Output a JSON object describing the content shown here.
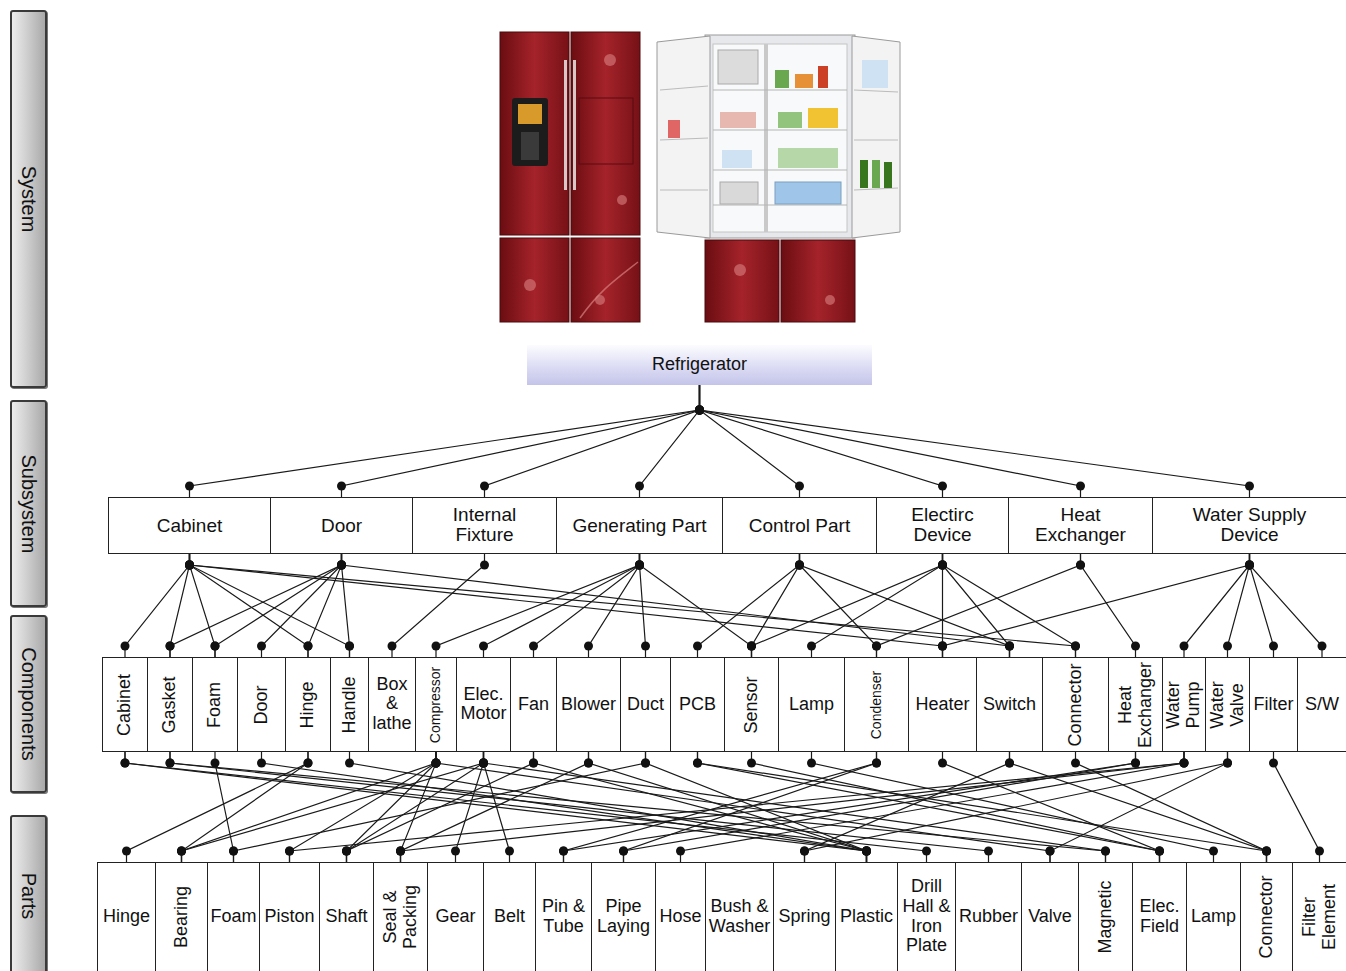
{
  "diagram": {
    "nodes": [
      {
        "text": [
          "System"
        ]
      },
      {
        "text": [
          "Subsystem"
        ]
      },
      {
        "text": [
          "Components"
        ]
      },
      {
        "text": [
          "Parts"
        ]
      },
      {
        "text": [
          "Refrigerator"
        ]
      },
      {
        "text": [
          "Cabinet"
        ]
      },
      {
        "text": [
          "Door"
        ]
      },
      {
        "text": [
          "Internal Fixture"
        ]
      },
      {
        "text": [
          "Generating Part"
        ]
      },
      {
        "text": [
          "Control Part"
        ]
      },
      {
        "text": [
          "Electirc Device"
        ]
      },
      {
        "text": [
          "Heat Exchanger"
        ]
      },
      {
        "text": [
          "Water Supply Device"
        ]
      },
      {
        "text": [
          "Cabinet"
        ]
      },
      {
        "text": [
          "Gasket"
        ]
      },
      {
        "text": [
          "Foam"
        ]
      },
      {
        "text": [
          "Door"
        ]
      },
      {
        "text": [
          "Hinge"
        ]
      },
      {
        "text": [
          "Handle"
        ]
      },
      {
        "text": [
          "Box & lathe"
        ]
      },
      {
        "text": [
          "Compressor"
        ]
      },
      {
        "text": [
          "Elec. Motor"
        ]
      },
      {
        "text": [
          "Fan"
        ]
      },
      {
        "text": [
          "Blower"
        ]
      },
      {
        "text": [
          "Duct"
        ]
      },
      {
        "text": [
          "PCB"
        ]
      },
      {
        "text": [
          "Sensor"
        ]
      },
      {
        "text": [
          "Lamp"
        ]
      },
      {
        "text": [
          "Condenser"
        ]
      },
      {
        "text": [
          "Heater"
        ]
      },
      {
        "text": [
          "Switch"
        ]
      },
      {
        "text": [
          "Connector"
        ]
      },
      {
        "text": [
          "Heat Exchanger"
        ]
      },
      {
        "text": [
          "Water Pump"
        ]
      },
      {
        "text": [
          "Water Valve"
        ]
      },
      {
        "text": [
          "Filter"
        ]
      },
      {
        "text": [
          "S/W"
        ]
      },
      {
        "text": [
          "Hinge"
        ]
      },
      {
        "text": [
          "Bearing"
        ]
      },
      {
        "text": [
          "Foam"
        ]
      },
      {
        "text": [
          "Piston"
        ]
      },
      {
        "text": [
          "Shaft"
        ]
      },
      {
        "text": [
          "Seal & Packing"
        ]
      },
      {
        "text": [
          "Gear"
        ]
      },
      {
        "text": [
          "Belt"
        ]
      },
      {
        "text": [
          "Pin & Tube"
        ]
      },
      {
        "text": [
          "Pipe Laying"
        ]
      },
      {
        "text": [
          "Hose"
        ]
      },
      {
        "text": [
          "Bush & Washer"
        ]
      },
      {
        "text": [
          "Spring"
        ]
      },
      {
        "text": [
          "Plastic"
        ]
      },
      {
        "text": [
          "Drill Hall & Iron Plate"
        ]
      },
      {
        "text": [
          "Rubber"
        ]
      },
      {
        "text": [
          "Valve"
        ]
      },
      {
        "text": [
          "Magnetic"
        ]
      },
      {
        "text": [
          "Elec. Field"
        ]
      },
      {
        "text": [
          "Lamp"
        ]
      },
      {
        "text": [
          "Connector"
        ]
      },
      {
        "text": [
          "Filter Element"
        ]
      }
    ],
    "edges": [
      {
        "from": 4,
        "to": 5,
        "arrow": "none"
      },
      {
        "from": 4,
        "to": 6,
        "arrow": "none"
      },
      {
        "from": 4,
        "to": 7,
        "arrow": "none"
      },
      {
        "from": 4,
        "to": 8,
        "arrow": "none"
      },
      {
        "from": 4,
        "to": 9,
        "arrow": "none"
      },
      {
        "from": 4,
        "to": 10,
        "arrow": "none"
      },
      {
        "from": 4,
        "to": 11,
        "arrow": "none"
      },
      {
        "from": 4,
        "to": 12,
        "arrow": "none"
      },
      {
        "from": 5,
        "to": 13,
        "arrow": "none"
      },
      {
        "from": 5,
        "to": 14,
        "arrow": "none"
      },
      {
        "from": 5,
        "to": 15,
        "arrow": "none"
      },
      {
        "from": 5,
        "to": 17,
        "arrow": "none"
      },
      {
        "from": 5,
        "to": 18,
        "arrow": "none"
      },
      {
        "from": 5,
        "to": 29,
        "arrow": "none"
      },
      {
        "from": 5,
        "to": 31,
        "arrow": "none"
      },
      {
        "from": 6,
        "to": 14,
        "arrow": "none"
      },
      {
        "from": 6,
        "to": 15,
        "arrow": "none"
      },
      {
        "from": 6,
        "to": 16,
        "arrow": "none"
      },
      {
        "from": 6,
        "to": 17,
        "arrow": "none"
      },
      {
        "from": 6,
        "to": 18,
        "arrow": "none"
      },
      {
        "from": 6,
        "to": 30,
        "arrow": "none"
      },
      {
        "from": 7,
        "to": 19,
        "arrow": "none"
      },
      {
        "from": 8,
        "to": 20,
        "arrow": "none"
      },
      {
        "from": 8,
        "to": 21,
        "arrow": "none"
      },
      {
        "from": 8,
        "to": 22,
        "arrow": "none"
      },
      {
        "from": 8,
        "to": 23,
        "arrow": "none"
      },
      {
        "from": 8,
        "to": 24,
        "arrow": "none"
      },
      {
        "from": 8,
        "to": 26,
        "arrow": "none"
      },
      {
        "from": 9,
        "to": 25,
        "arrow": "none"
      },
      {
        "from": 9,
        "to": 26,
        "arrow": "none"
      },
      {
        "from": 9,
        "to": 28,
        "arrow": "none"
      },
      {
        "from": 9,
        "to": 30,
        "arrow": "none"
      },
      {
        "from": 10,
        "to": 26,
        "arrow": "none"
      },
      {
        "from": 10,
        "to": 27,
        "arrow": "none"
      },
      {
        "from": 10,
        "to": 29,
        "arrow": "none"
      },
      {
        "from": 10,
        "to": 30,
        "arrow": "none"
      },
      {
        "from": 10,
        "to": 31,
        "arrow": "none"
      },
      {
        "from": 11,
        "to": 28,
        "arrow": "none"
      },
      {
        "from": 11,
        "to": 32,
        "arrow": "none"
      },
      {
        "from": 12,
        "to": 29,
        "arrow": "none"
      },
      {
        "from": 12,
        "to": 33,
        "arrow": "none"
      },
      {
        "from": 12,
        "to": 34,
        "arrow": "none"
      },
      {
        "from": 12,
        "to": 35,
        "arrow": "none"
      },
      {
        "from": 12,
        "to": 36,
        "arrow": "none"
      },
      {
        "from": 13,
        "to": 50,
        "arrow": "none"
      },
      {
        "from": 13,
        "to": 51,
        "arrow": "none"
      },
      {
        "from": 14,
        "to": 52,
        "arrow": "none"
      },
      {
        "from": 14,
        "to": 54,
        "arrow": "none"
      },
      {
        "from": 15,
        "to": 39,
        "arrow": "none"
      },
      {
        "from": 16,
        "to": 50,
        "arrow": "none"
      },
      {
        "from": 17,
        "to": 37,
        "arrow": "none"
      },
      {
        "from": 17,
        "to": 38,
        "arrow": "none"
      },
      {
        "from": 18,
        "to": 50,
        "arrow": "none"
      },
      {
        "from": 20,
        "to": 38,
        "arrow": "none"
      },
      {
        "from": 20,
        "to": 40,
        "arrow": "none"
      },
      {
        "from": 20,
        "to": 41,
        "arrow": "none"
      },
      {
        "from": 20,
        "to": 42,
        "arrow": "none"
      },
      {
        "from": 20,
        "to": 53,
        "arrow": "none"
      },
      {
        "from": 21,
        "to": 38,
        "arrow": "none"
      },
      {
        "from": 21,
        "to": 41,
        "arrow": "none"
      },
      {
        "from": 21,
        "to": 43,
        "arrow": "none"
      },
      {
        "from": 21,
        "to": 44,
        "arrow": "none"
      },
      {
        "from": 21,
        "to": 54,
        "arrow": "none"
      },
      {
        "from": 22,
        "to": 41,
        "arrow": "none"
      },
      {
        "from": 22,
        "to": 50,
        "arrow": "none"
      },
      {
        "from": 23,
        "to": 42,
        "arrow": "none"
      },
      {
        "from": 23,
        "to": 50,
        "arrow": "none"
      },
      {
        "from": 24,
        "to": 39,
        "arrow": "none"
      },
      {
        "from": 24,
        "to": 50,
        "arrow": "none"
      },
      {
        "from": 25,
        "to": 55,
        "arrow": "none"
      },
      {
        "from": 25,
        "to": 57,
        "arrow": "none"
      },
      {
        "from": 26,
        "to": 55,
        "arrow": "none"
      },
      {
        "from": 27,
        "to": 56,
        "arrow": "none"
      },
      {
        "from": 28,
        "to": 45,
        "arrow": "none"
      },
      {
        "from": 28,
        "to": 46,
        "arrow": "none"
      },
      {
        "from": 29,
        "to": 55,
        "arrow": "none"
      },
      {
        "from": 30,
        "to": 49,
        "arrow": "none"
      },
      {
        "from": 30,
        "to": 57,
        "arrow": "none"
      },
      {
        "from": 31,
        "to": 57,
        "arrow": "none"
      },
      {
        "from": 32,
        "to": 45,
        "arrow": "none"
      },
      {
        "from": 32,
        "to": 46,
        "arrow": "none"
      },
      {
        "from": 33,
        "to": 40,
        "arrow": "none"
      },
      {
        "from": 33,
        "to": 42,
        "arrow": "none"
      },
      {
        "from": 33,
        "to": 47,
        "arrow": "none"
      },
      {
        "from": 34,
        "to": 49,
        "arrow": "none"
      },
      {
        "from": 34,
        "to": 53,
        "arrow": "none"
      },
      {
        "from": 35,
        "to": 58,
        "arrow": "none"
      }
    ]
  }
}
